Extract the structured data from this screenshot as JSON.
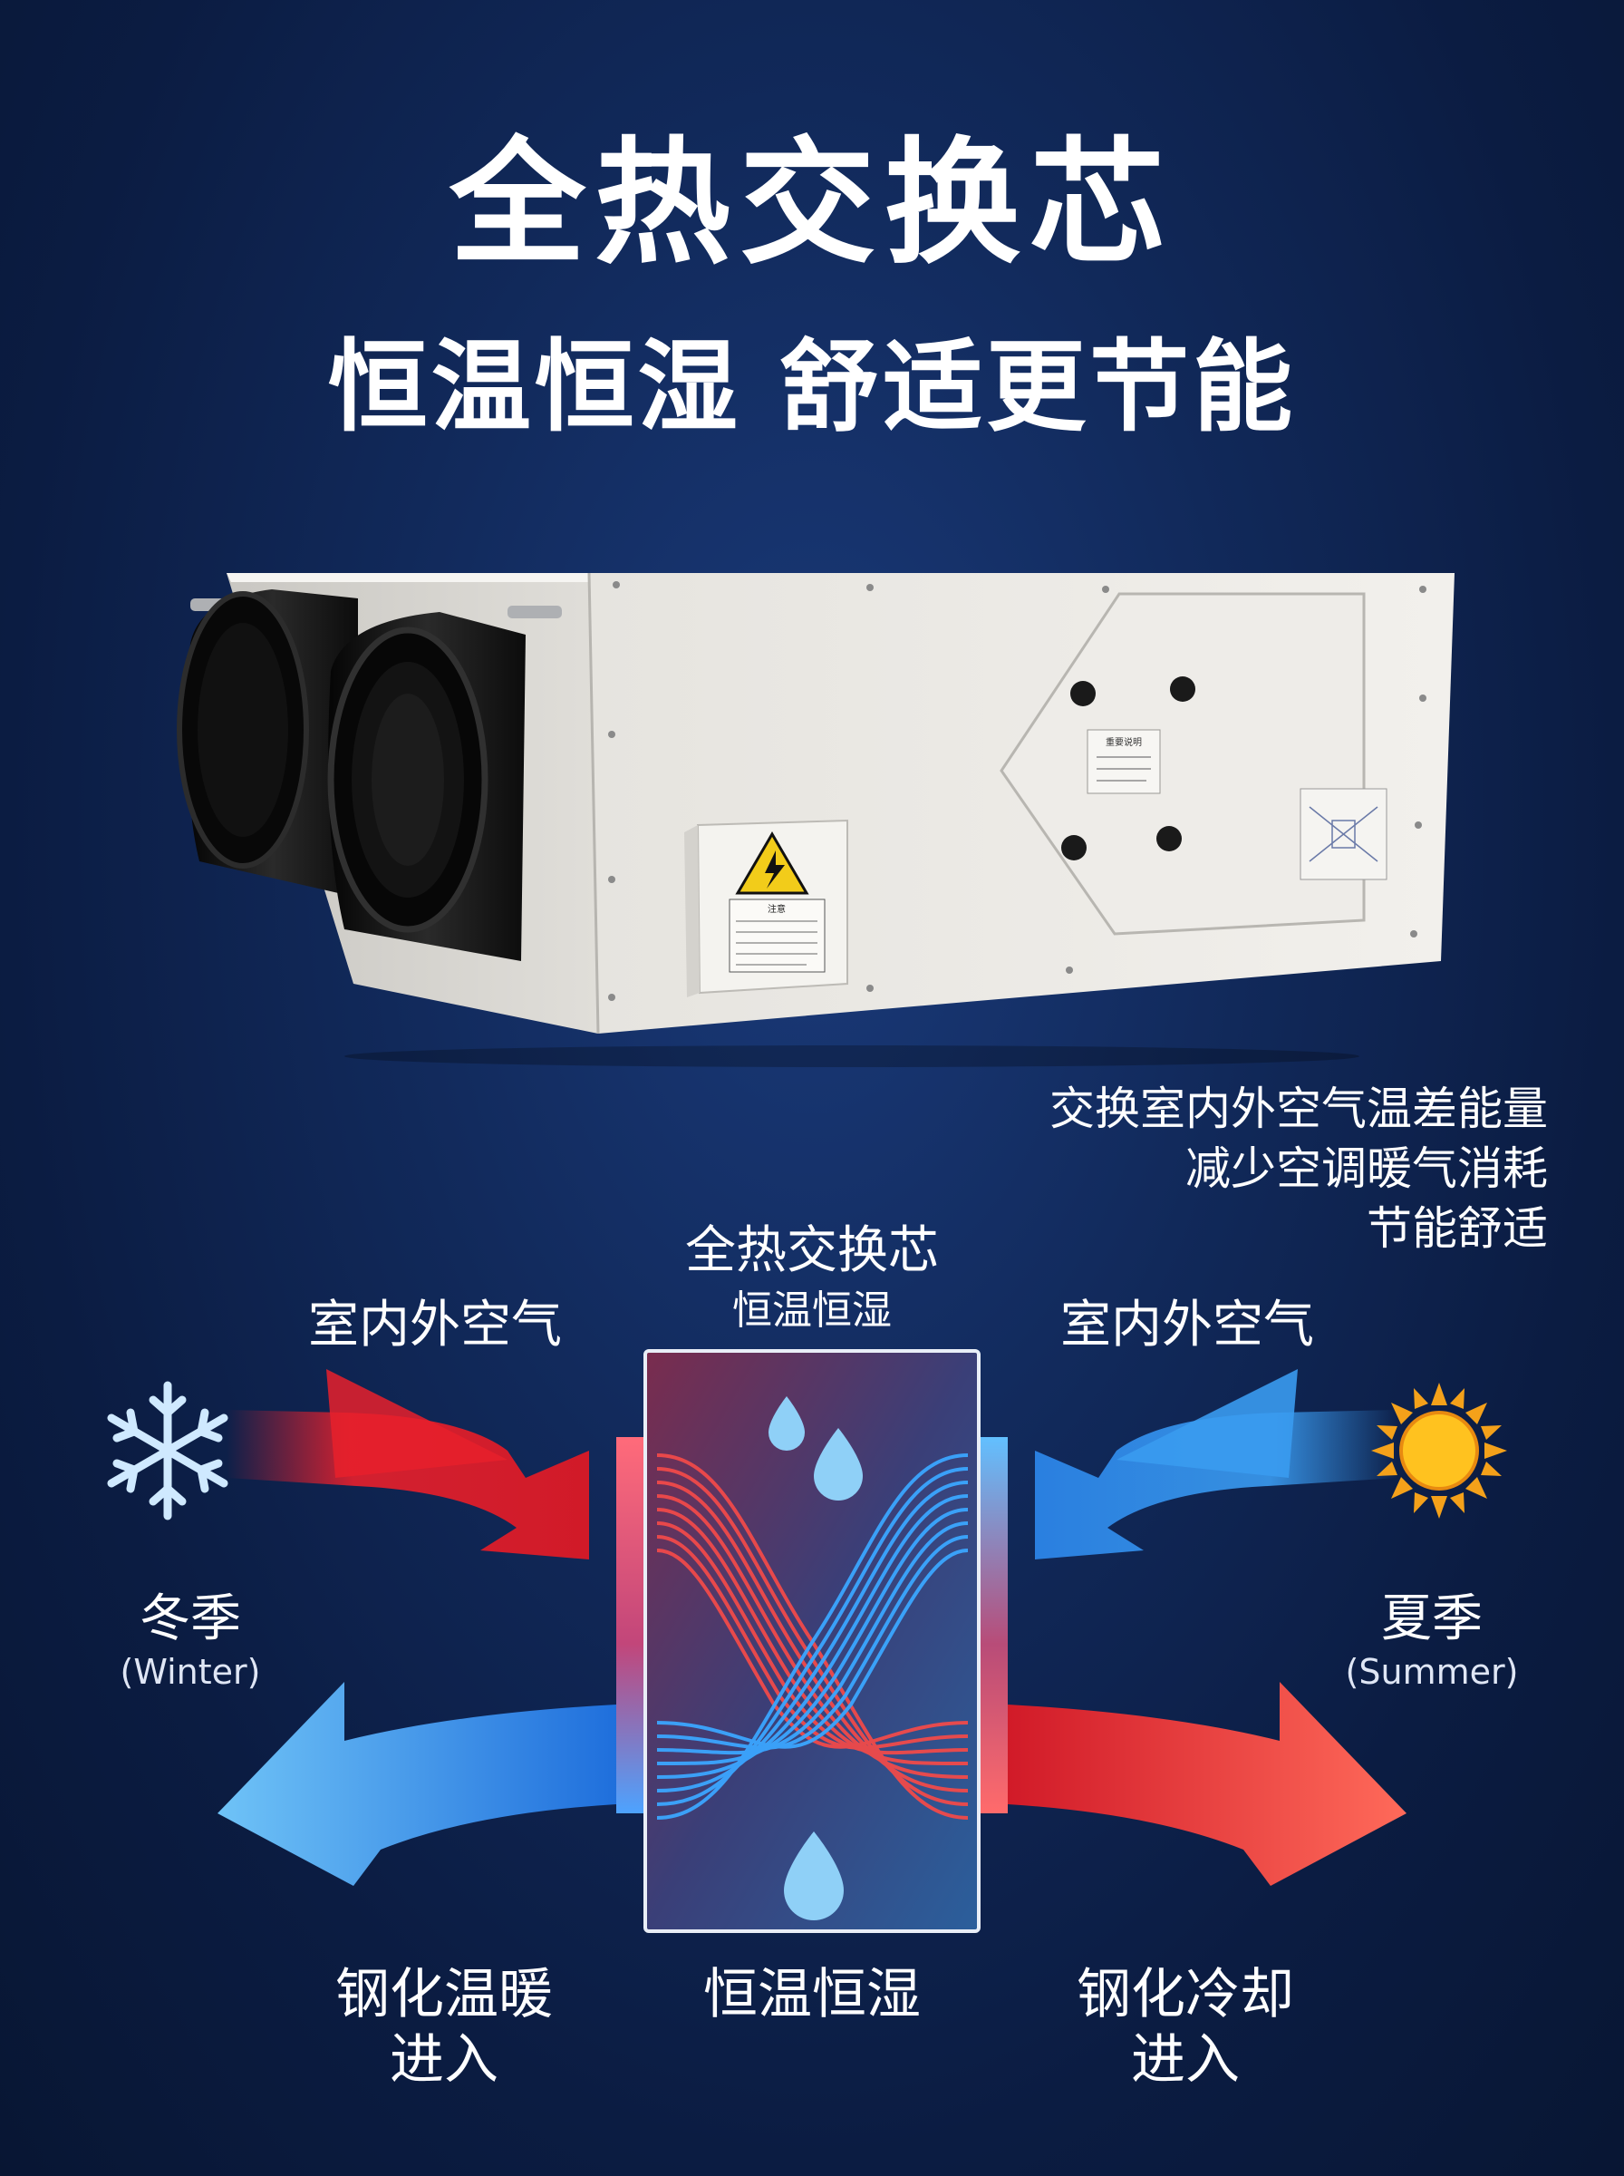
{
  "header": {
    "title": "全热交换芯",
    "subtitle": "恒温恒湿 舒适更节能"
  },
  "description": {
    "lines": [
      "交换室内外空气温差能量",
      "减少空调暖气消耗",
      "节能舒适"
    ]
  },
  "core": {
    "title": "全热交换芯",
    "subtitle": "恒温恒湿",
    "bottom_label": "恒温恒湿"
  },
  "winter": {
    "air_label": "室内外空气",
    "season": "冬季",
    "season_en": "(Winter)",
    "result_line1": "钢化温暖",
    "result_line2": "进入",
    "icon": "snowflake-icon"
  },
  "summer": {
    "air_label": "室内外空气",
    "season": "夏季",
    "season_en": "(Summer)",
    "result_line1": "钢化冷却",
    "result_line2": "进入",
    "icon": "sun-icon"
  },
  "device": {
    "warning_label": "注意",
    "panel_label": "重要说明"
  },
  "colors": {
    "warm": "#e8202c",
    "cool": "#3a9bf0",
    "background": "#0f2350"
  }
}
